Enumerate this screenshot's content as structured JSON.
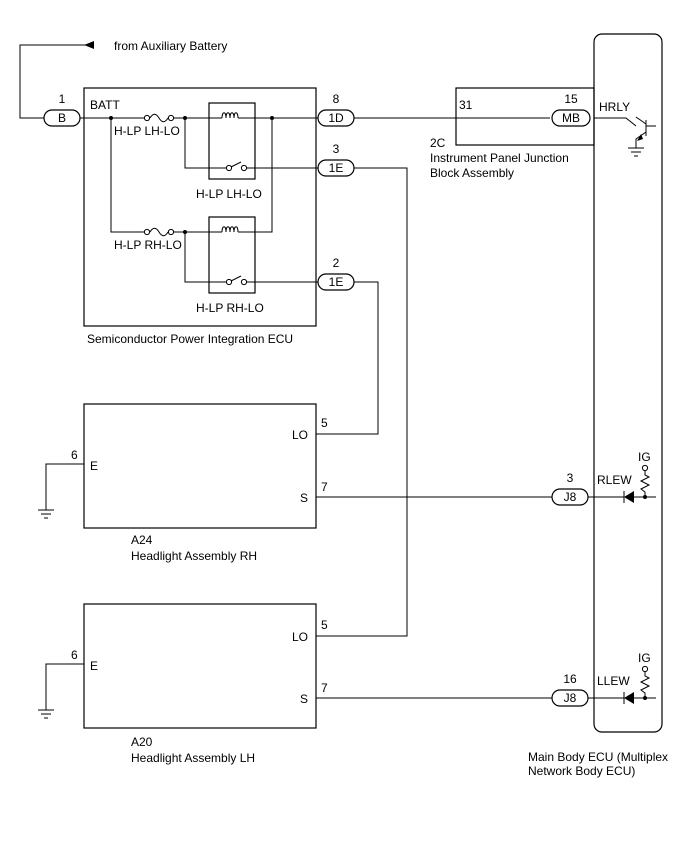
{
  "labels": {
    "from_aux": "from Auxiliary Battery",
    "batt": "BATT",
    "fuse_lh": "H-LP LH-LO",
    "fuse_rh": "H-LP RH-LO",
    "relay_lh": "H-LP LH-LO",
    "relay_rh": "H-LP RH-LO",
    "ecu_power": "Semiconductor Power Integration ECU",
    "ipjb_code": "2C",
    "ipjb_line1": "Instrument Panel Junction",
    "ipjb_line2": "Block Assembly",
    "hrly": "HRLY",
    "rlew": "RLEW",
    "llew": "LLEW",
    "ig_top": "IG",
    "ig_bottom": "IG",
    "main_ecu_line1": "Main Body ECU (Multiplex",
    "main_ecu_line2": "Network Body ECU)",
    "rh_code": "A24",
    "rh_name": "Headlight Assembly RH",
    "lh_code": "A20",
    "lh_name": "Headlight Assembly LH",
    "rh_lo": "LO",
    "rh_s": "S",
    "rh_e": "E",
    "lh_lo": "LO",
    "lh_s": "S",
    "lh_e": "E"
  },
  "connectors": {
    "b": {
      "name": "B",
      "pin": "1"
    },
    "d1": {
      "name": "1D",
      "pin": "8"
    },
    "e1_top": {
      "name": "1E",
      "pin": "3"
    },
    "e1_bot": {
      "name": "1E",
      "pin": "2"
    },
    "mb": {
      "name": "MB",
      "pin": "15"
    },
    "ipjb_pin": "31",
    "j8_rh": {
      "name": "J8",
      "pin": "3"
    },
    "j8_lh": {
      "name": "J8",
      "pin": "16"
    }
  },
  "pins": {
    "rh_lo": "5",
    "rh_s": "7",
    "rh_e": "6",
    "lh_lo": "5",
    "lh_s": "7",
    "lh_e": "6"
  }
}
